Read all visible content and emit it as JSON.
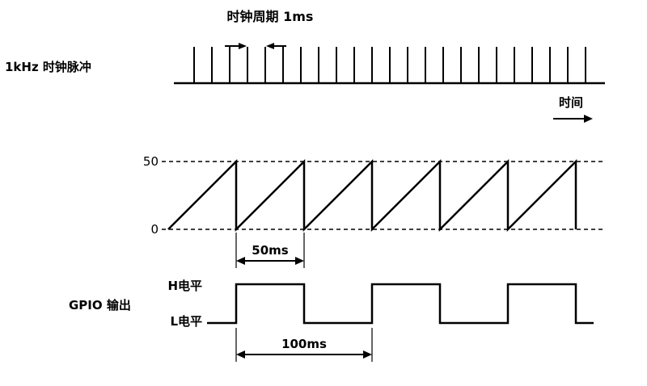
{
  "diagram": {
    "clock": {
      "label": "1kHz 时钟脉冲",
      "period_label": "时钟周期 1ms",
      "time_label": "时间"
    },
    "counter": {
      "max_label": "50",
      "min_label": "0",
      "period_label": "50ms"
    },
    "gpio": {
      "label": "GPIO 输出",
      "high_label": "H电平",
      "low_label": "L电平",
      "period_label": "100ms"
    },
    "colors": {
      "ink": "#000000",
      "background": "#ffffff"
    }
  }
}
